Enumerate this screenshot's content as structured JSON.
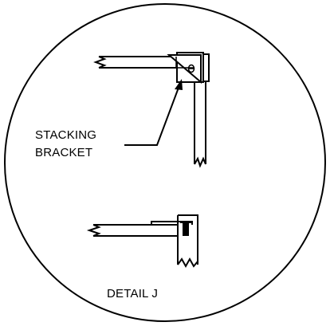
{
  "detail": {
    "callout_line1": "STACKING",
    "callout_line2": "BRACKET",
    "title": "DETAIL J"
  },
  "colors": {
    "ink": "#000000",
    "paper": "#ffffff"
  }
}
